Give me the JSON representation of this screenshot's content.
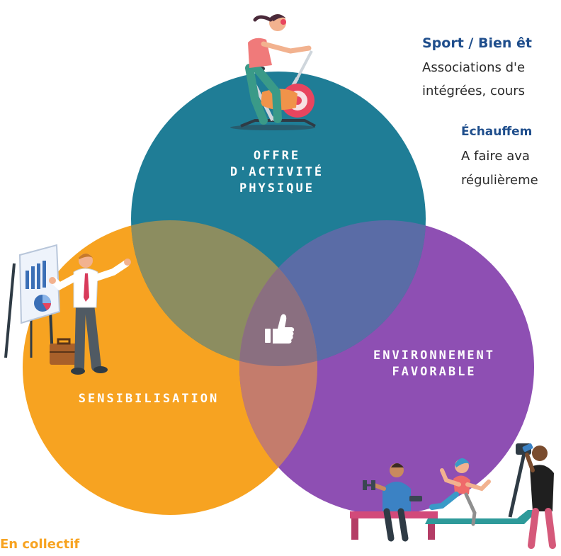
{
  "colors": {
    "teal": "#1f7d96",
    "orange": "#f7a321",
    "purple": "#8e4fb3",
    "heading_dark_blue": "#1f4e8c",
    "heading_orange": "#f7a321"
  },
  "venn": {
    "circle_top_label": "OFFRE D'ACTIVITÉ PHYSIQUE",
    "circle_left_label": "SENSIBILISATION",
    "circle_right_label": "ENVIRONNEMENT FAVORABLE",
    "center_icon": "thumbs-up-icon"
  },
  "sidebar": {
    "sport_title": "Sport / Bien êt",
    "sport_text_1": "Associations d'e",
    "sport_text_2": "intégrées, cours",
    "warmup_title": "Échauffem",
    "warmup_text_1": "A faire ava",
    "warmup_text_2": "régulièreme"
  },
  "footer": {
    "collective_title": "En collectif"
  },
  "illustrations": {
    "top": "cyclist-illustration",
    "left": "presenter-illustration",
    "bottom_right": "gym-people-illustration"
  }
}
